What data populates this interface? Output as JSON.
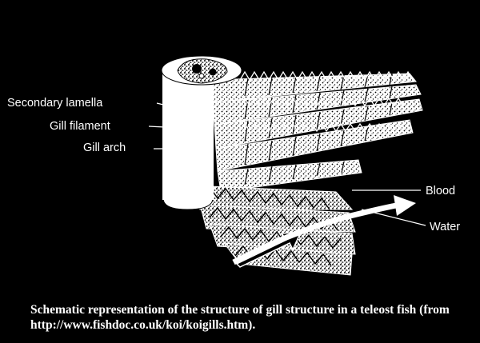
{
  "diagram": {
    "labels": {
      "secondary_lamella": "Secondary lamella",
      "gill_filament": "Gill filament",
      "gill_arch": "Gill arch",
      "blood": "Blood",
      "water": "Water"
    },
    "caption": "Schematic representation of the structure of gill structure in a teleost fish (from http://www.fishdoc.co.uk/koi/koigills.htm)."
  },
  "colors": {
    "background": "#000000",
    "drawing": "#ffffff",
    "text": "#ffffff"
  }
}
